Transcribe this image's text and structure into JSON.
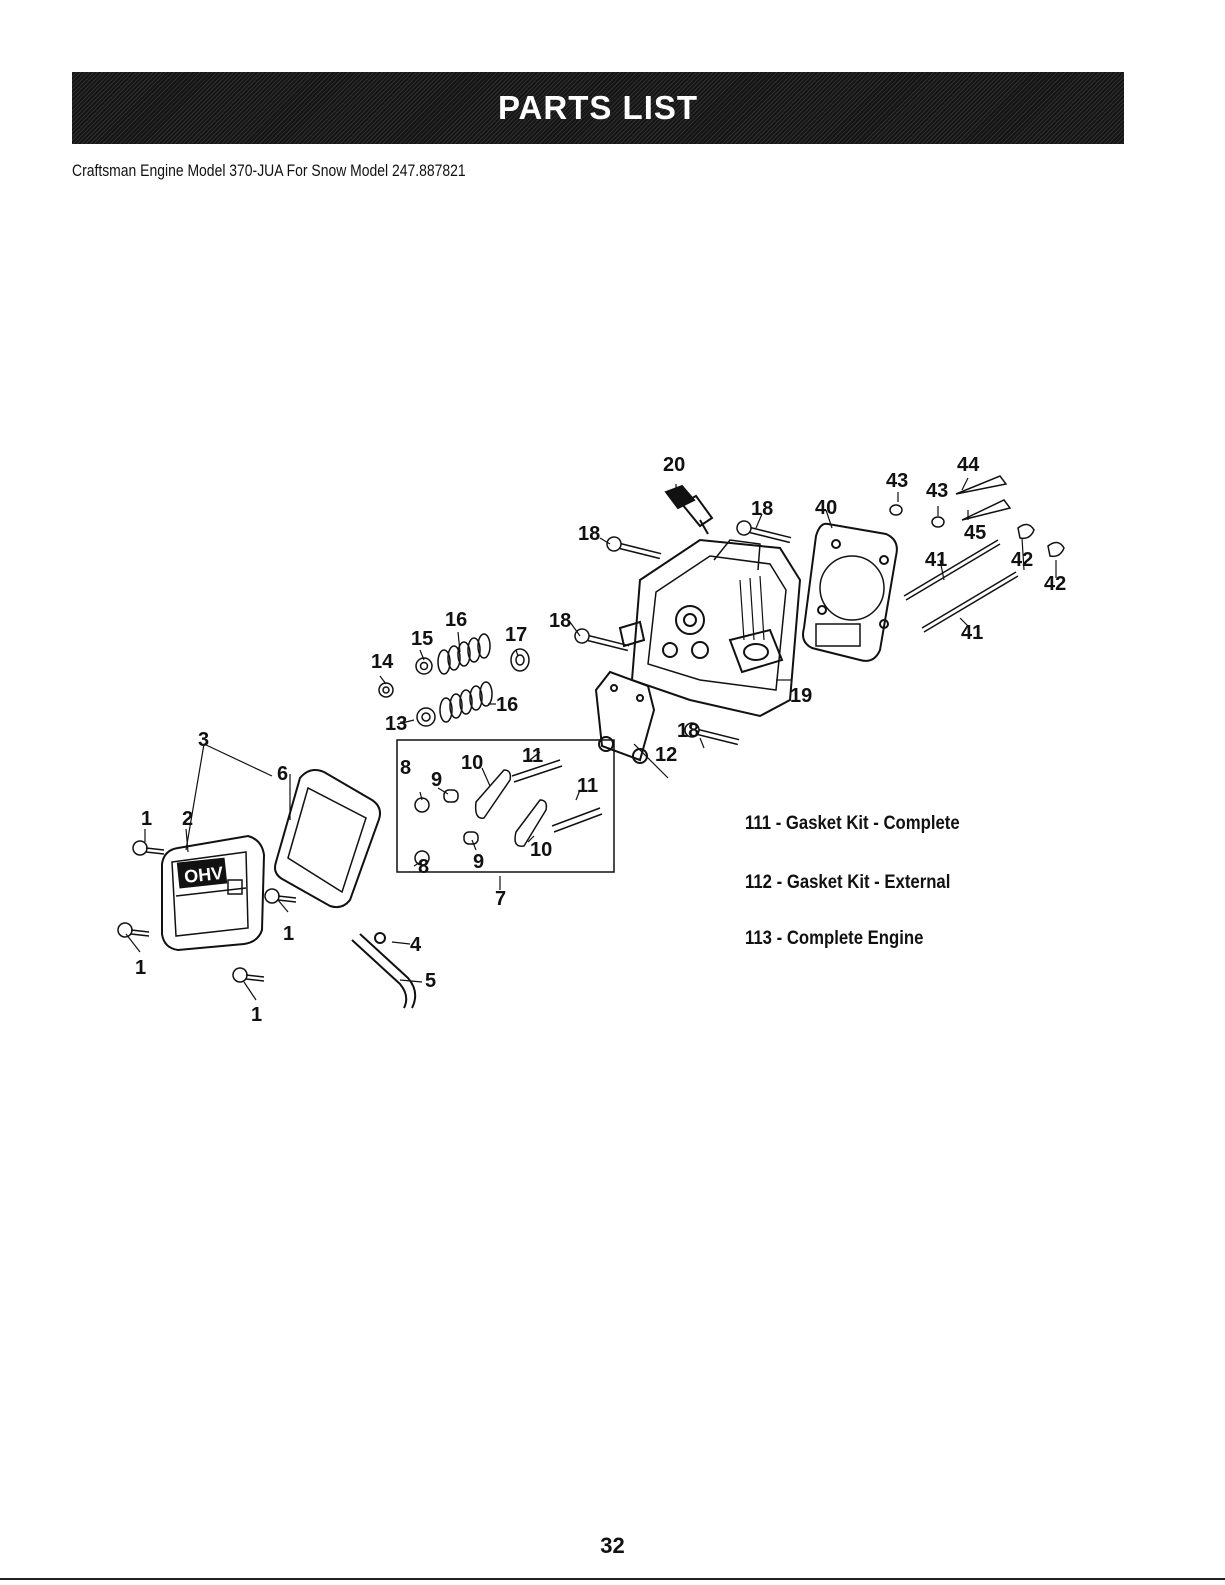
{
  "header": {
    "title": "PARTS LIST",
    "subtitle": "Craftsman Engine Model 370-JUA For Snow Model 247.887821"
  },
  "diagram": {
    "callouts": [
      "1",
      "2",
      "3",
      "4",
      "5",
      "6",
      "7",
      "8",
      "9",
      "10",
      "11",
      "12",
      "13",
      "14",
      "15",
      "16",
      "17",
      "18",
      "19",
      "20",
      "40",
      "41",
      "42",
      "43",
      "44",
      "45"
    ],
    "cover_marking": "OHV"
  },
  "kits": [
    {
      "label": "111 - Gasket Kit - Complete"
    },
    {
      "label": "112 - Gasket Kit - External"
    },
    {
      "label": "113 - Complete Engine"
    }
  ],
  "footer": {
    "page_number": "32"
  }
}
